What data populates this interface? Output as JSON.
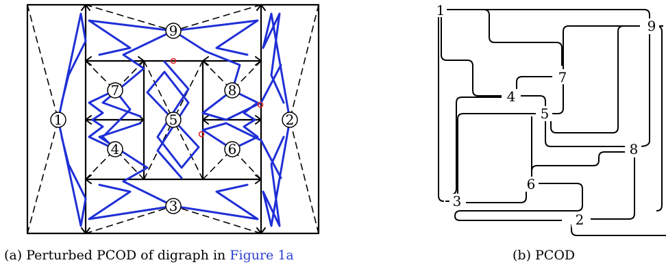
{
  "panel_a": {
    "node_labels": [
      "1",
      "2",
      "3",
      "4",
      "5",
      "6",
      "7",
      "8",
      "9"
    ],
    "caption_prefix": "(a) Perturbed PCOD of digraph in ",
    "caption_link": "Figure 1a"
  },
  "panel_b": {
    "node_labels": [
      "1",
      "9",
      "7",
      "4",
      "5",
      "8",
      "6",
      "3",
      "2"
    ],
    "caption": "(b) PCOD"
  },
  "colors": {
    "edges": "#1f2fd6",
    "crossing_marker": "#e02020",
    "lines": "#000000"
  }
}
